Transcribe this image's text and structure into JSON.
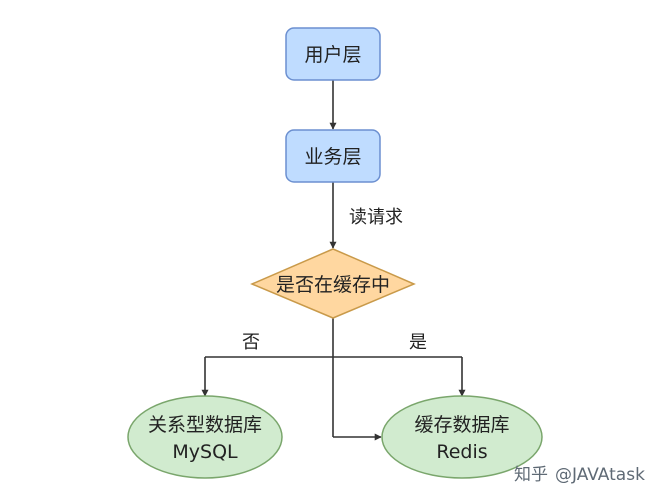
{
  "diagram": {
    "nodes": {
      "user_layer": {
        "label": "用户层"
      },
      "business_layer": {
        "label": "业务层"
      },
      "decision": {
        "label": "是否在缓存中"
      },
      "mysql": {
        "line1": "关系型数据库",
        "line2": "MySQL"
      },
      "redis": {
        "line1": "缓存数据库",
        "line2": "Redis"
      }
    },
    "edges": {
      "read_request": "读请求",
      "no": "否",
      "yes": "是"
    },
    "colors": {
      "rect_fill": "#bfdcff",
      "rect_stroke": "#6b8fd0",
      "diamond_fill": "#ffd7a0",
      "diamond_stroke": "#c99a4a",
      "ellipse_fill": "#d1ebcf",
      "ellipse_stroke": "#7aa66c",
      "line": "#333333"
    }
  },
  "watermark": {
    "site": "知乎",
    "author": "@JAVAtask"
  }
}
